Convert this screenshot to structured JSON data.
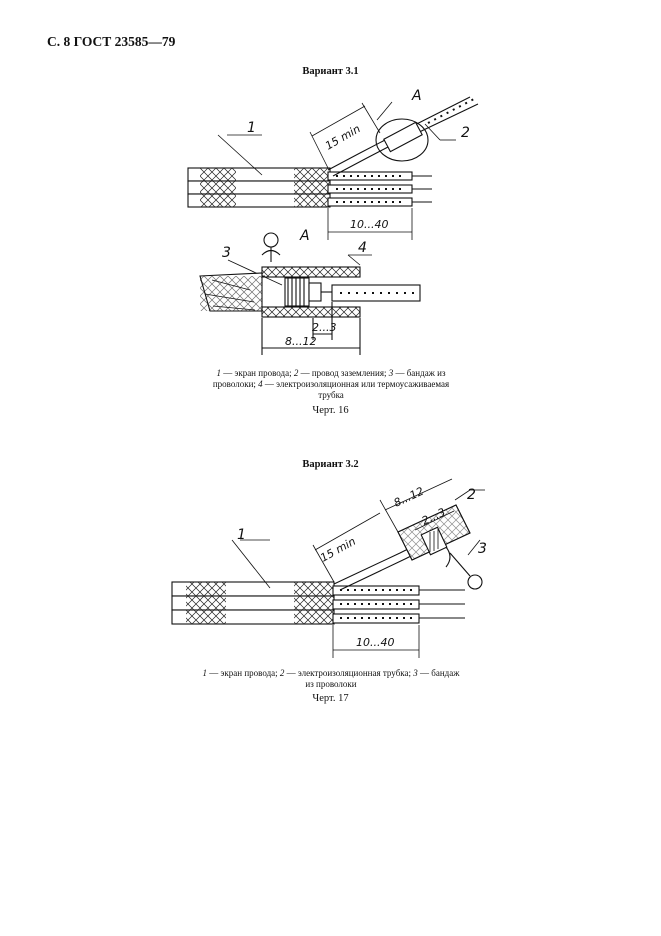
{
  "header": "С. 8 ГОСТ 23585—79",
  "variant1": {
    "title": "Вариант 3.1",
    "legend_line1": [
      {
        "n": "1",
        "t": " — экран провода; "
      },
      {
        "n": "2",
        "t": " — провод заземления; "
      },
      {
        "n": "3",
        "t": " — бандаж из"
      }
    ],
    "legend_line2": [
      {
        "n": "",
        "t": "проволоки; "
      },
      {
        "n": "4",
        "t": " — электроизоляционная или термоусаживаемая"
      }
    ],
    "legend_line3": "трубка",
    "caption": "Черт. 16",
    "labels": {
      "p1": "1",
      "p2": "2",
      "p3": "3",
      "p4": "4",
      "view": "А",
      "view_detail": "А",
      "d15": "15 min",
      "d10_40": "10...40",
      "d2_3": "2...3",
      "d8_12": "8...12"
    }
  },
  "variant2": {
    "title": "Вариант 3.2",
    "legend_line1": [
      {
        "n": "1",
        "t": " — экран провода; "
      },
      {
        "n": "2",
        "t": " — электроизоляционная трубка; "
      },
      {
        "n": "3",
        "t": " — бандаж"
      }
    ],
    "legend_line2": "из проволоки",
    "caption": "Черт. 17",
    "labels": {
      "p1": "1",
      "p2": "2",
      "p3": "3",
      "d15": "15 min",
      "d8_12": "8...12",
      "d2_3": "2...3",
      "d10_40": "10...40"
    }
  }
}
